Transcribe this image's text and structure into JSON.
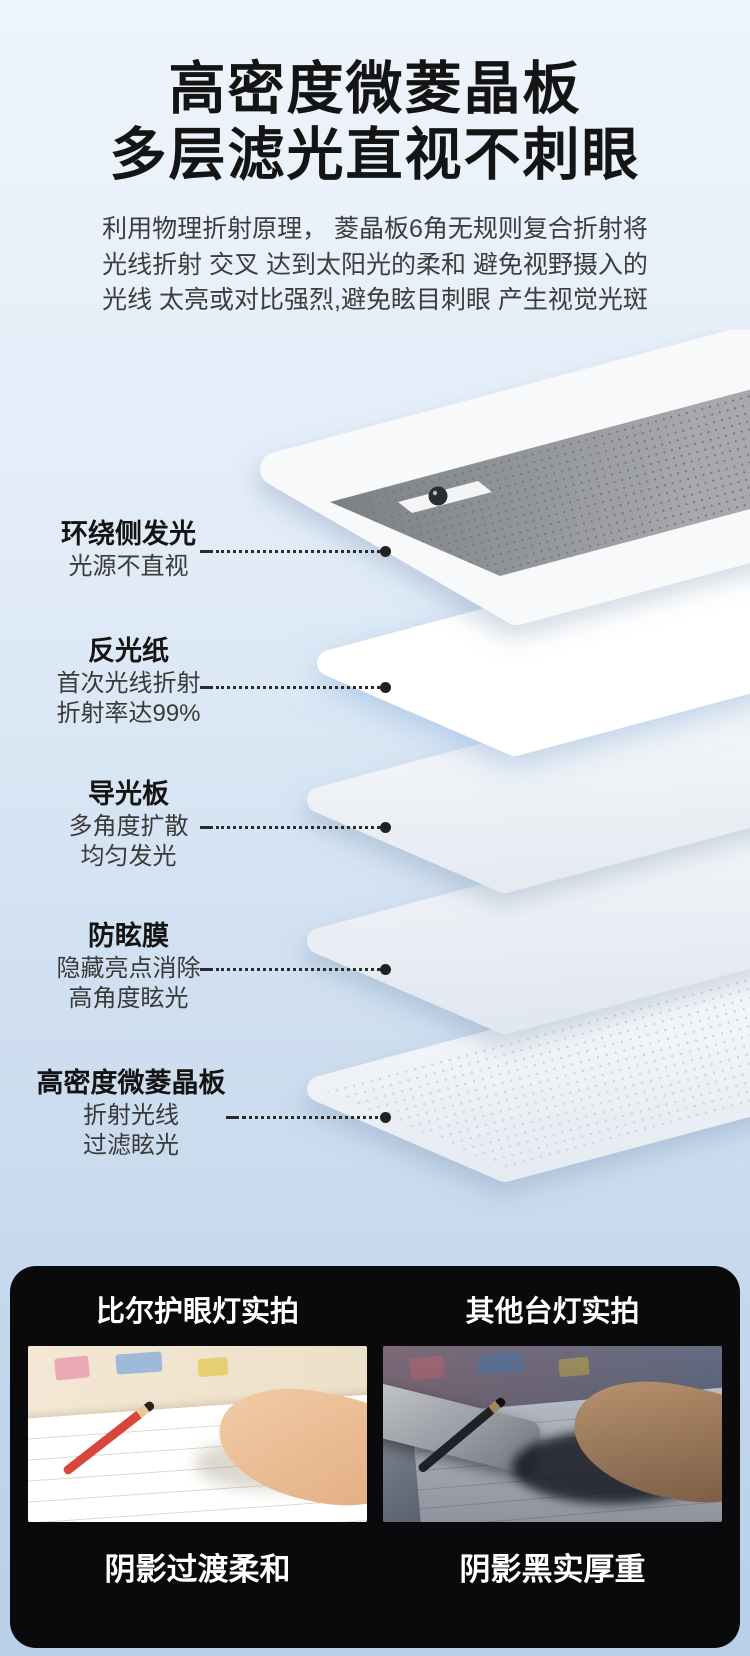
{
  "header": {
    "title_line1": "高密度微菱晶板",
    "title_line2": "多层滤光直视不刺眼",
    "desc_line1": "利用物理折射原理， 菱晶板6角无规则复合折射将",
    "desc_line2": "光线折射 交叉 达到太阳光的柔和 避免视野摄入的",
    "desc_line3": "光线 太亮或对比强烈,避免眩目刺眼 产生视觉光斑"
  },
  "diagram": {
    "labels": [
      {
        "title": "环绕侧发光",
        "line1": "光源不直视",
        "line2": ""
      },
      {
        "title": "反光纸",
        "line1": "首次光线折射",
        "line2": "折射率达99%"
      },
      {
        "title": "导光板",
        "line1": "多角度扩散",
        "line2": "均匀发光"
      },
      {
        "title": "防眩膜",
        "line1": "隐藏亮点消除",
        "line2": "高角度眩光"
      },
      {
        "title": "高密度微菱晶板",
        "line1": "折射光线",
        "line2": "过滤眩光"
      }
    ]
  },
  "comparison": {
    "left_header": "比尔护眼灯实拍",
    "left_caption": "阴影过渡柔和",
    "right_header": "其他台灯实拍",
    "right_caption": "阴影黑实厚重"
  },
  "colors": {
    "background_top": "#eef4fb",
    "background_bottom": "#b7cfe8",
    "card_background": "#0a0a0c",
    "leader_line": "#2b2b2b",
    "title_text": "#141414"
  }
}
